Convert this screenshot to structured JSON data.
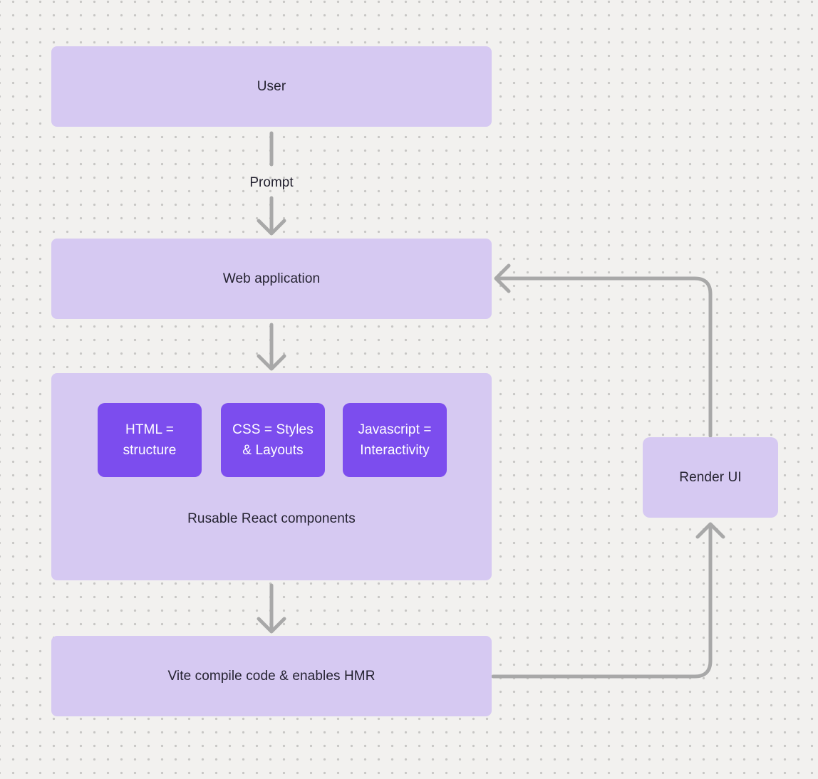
{
  "diagram": {
    "nodes": {
      "user": {
        "label": "User"
      },
      "web_application": {
        "label": "Web application"
      },
      "components_group": {
        "caption": "Rusable React components",
        "children": [
          {
            "label": "HTML = structure"
          },
          {
            "label": "CSS = Styles & Layouts"
          },
          {
            "label": "Javascript = Interactivity"
          }
        ]
      },
      "vite": {
        "label": "Vite compile code & enables HMR"
      },
      "render_ui": {
        "label": "Render UI"
      }
    },
    "edges": {
      "user_to_webapp_label": "Prompt"
    },
    "colors": {
      "background": "#f2f1ef",
      "dot": "#c7c6c4",
      "node_fill": "#d6c9f2",
      "accent_fill": "#7c4dee",
      "connector": "#a8a8a8",
      "text_dark": "#242230",
      "text_light": "#ffffff"
    }
  }
}
